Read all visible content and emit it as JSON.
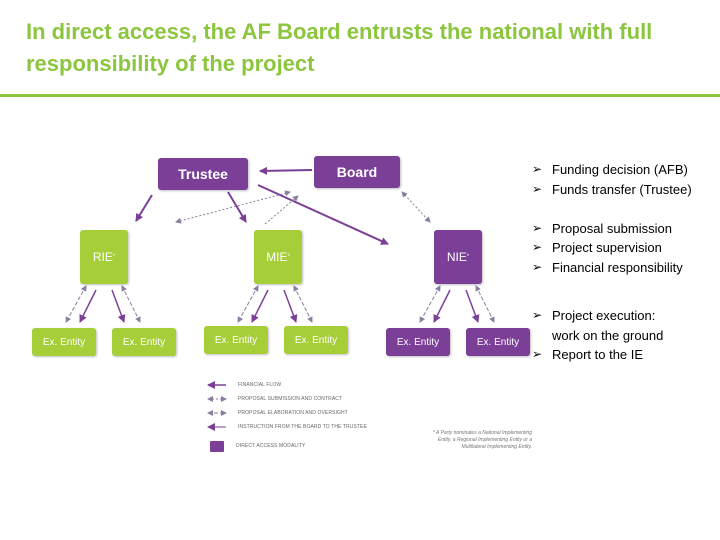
{
  "title": "In direct access, the AF Board entrusts the national with full responsibility of the project",
  "colors": {
    "accent_green": "#8cc63f",
    "purple": "#7b3f98",
    "green_box": "#a6ce39"
  },
  "diagram": {
    "trustee": "Trustee",
    "board": "Board",
    "rie": "RIE",
    "mie": "MIE",
    "nie": "NIE",
    "asterisk": "*",
    "ex_entity": "Ex. Entity"
  },
  "legend": [
    {
      "text": "FINANCIAL FLOW"
    },
    {
      "text": "PROPOSAL SUBMISSION AND CONTRACT"
    },
    {
      "text": "PROPOSAL ELABORATION AND OVERSIGHT"
    },
    {
      "text": "INSTRUCTION FROM THE BOARD TO THE TRUSTEE"
    },
    {
      "text": "DIRECT ACCESS MODALITY"
    }
  ],
  "footnote": "* A Party nominates a National Implementing Entity, a Regional Implementing Entity or a Multilateral Implementing Entity.",
  "bullets": {
    "group1": [
      "Funding decision (AFB)",
      "Funds transfer (Trustee)"
    ],
    "group2": [
      "Proposal submission",
      "Project supervision",
      "Financial responsibility"
    ],
    "group3_first_line": "Project execution:",
    "group3_first_cont": "work on the ground",
    "group3_second": "Report to the IE",
    "marker": "➢"
  }
}
